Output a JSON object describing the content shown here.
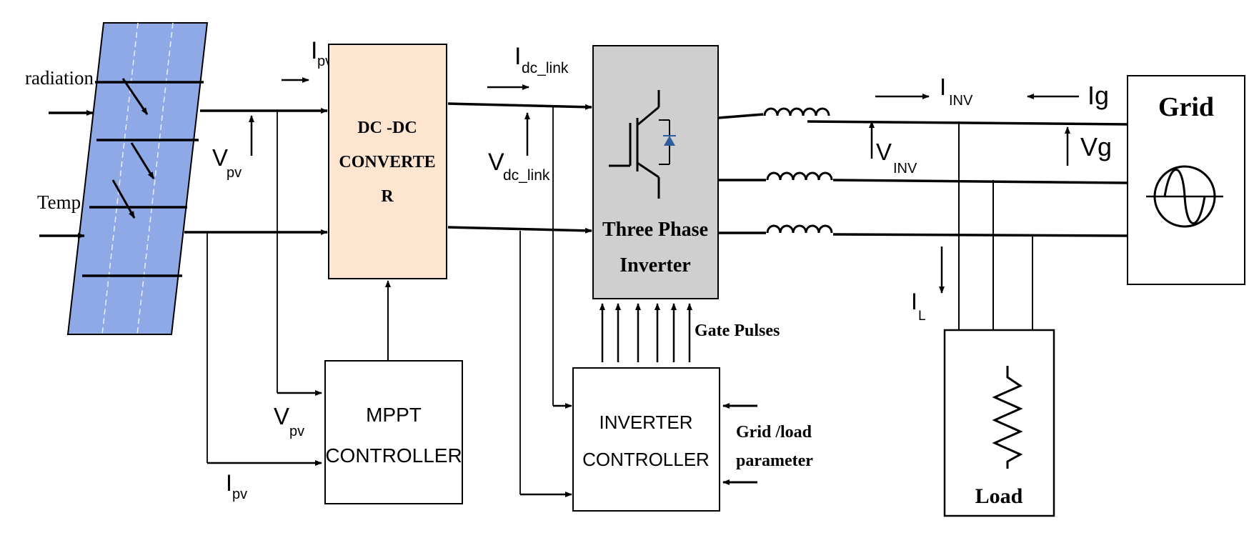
{
  "inputs": {
    "radiation": "radiation",
    "temp": "Temp"
  },
  "labels": {
    "ipv_main": "I",
    "ipv_main_sub": "pv",
    "vpv_panel": "V",
    "vpv_panel_sub": "pv",
    "vpv_mppt": "V",
    "vpv_mppt_sub": "pv",
    "ipv_mppt": "I",
    "ipv_mppt_sub": "pv",
    "idc_link": "I",
    "idc_link_sub": "dc_link",
    "vdc_link": "V",
    "vdc_link_sub": "dc_link",
    "iinv": "I",
    "iinv_sub": "INV",
    "vinv": "V",
    "vinv_sub": "INV",
    "ig": "Ig",
    "vg": "Vg",
    "il": "I",
    "il_sub": "L",
    "gate_pulses": "Gate Pulses",
    "grid_load_param_1": "Grid /load",
    "grid_load_param_2": "parameter"
  },
  "blocks": {
    "dcdc_1": "DC -DC",
    "dcdc_2": "CONVERTE",
    "dcdc_3": "R",
    "mppt_1": "MPPT",
    "mppt_2": "CONTROLLER",
    "inverter_1": "Three  Phase",
    "inverter_2": "Inverter",
    "invctrl_1": "INVERTER",
    "invctrl_2": "CONTROLLER",
    "grid": "Grid",
    "load": "Load"
  },
  "colors": {
    "pv_panel": "#8fa9e6",
    "dcdc_fill": "#fde5d0",
    "inverter_fill": "#cfcfcf",
    "line": "#000000"
  }
}
